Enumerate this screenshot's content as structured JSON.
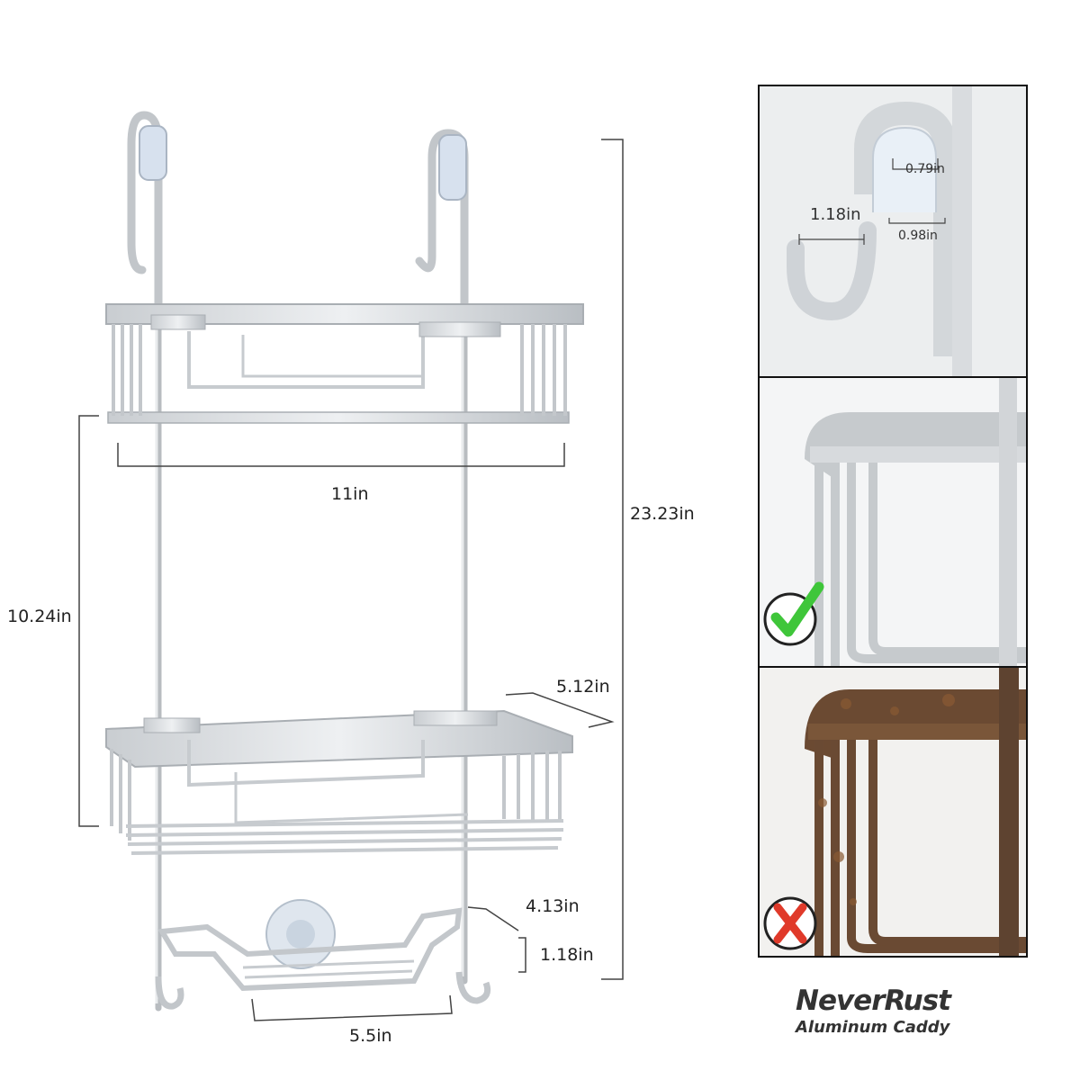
{
  "main_dimensions": {
    "width_top_shelf": "11in",
    "total_height": "23.23in",
    "shelf_gap": "10.24in",
    "depth": "5.12in",
    "bottom_height": "4.13in",
    "bottom_lip": "1.18in",
    "bottom_width": "5.5in"
  },
  "hook_detail": {
    "inner_width": "0.79in",
    "hook_reach": "1.18in",
    "outer_width": "0.98in"
  },
  "comparison": {
    "good_marker": "check-icon",
    "bad_marker": "cross-icon",
    "good_color": "#3fc63a",
    "bad_color": "#e03a2a"
  },
  "brand": {
    "name": "NeverRust",
    "tagline": "Aluminum Caddy"
  }
}
